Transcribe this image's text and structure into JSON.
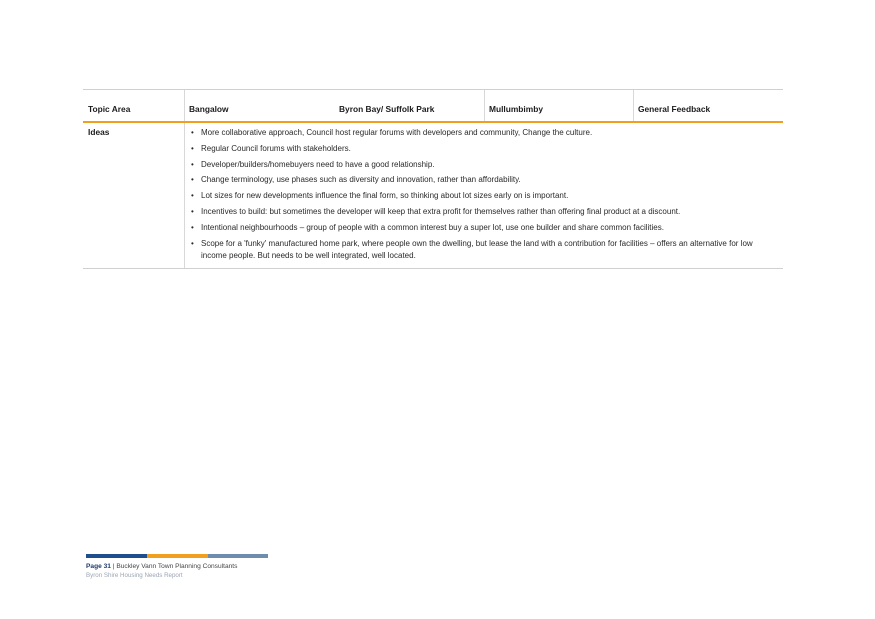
{
  "table": {
    "headers": [
      "Topic Area",
      "Bangalow",
      "Byron Bay/ Suffolk Park",
      "Mullumbimby",
      "General Feedback"
    ],
    "row": {
      "topic": "Ideas",
      "bullets": [
        "More collaborative approach, Council host regular forums with developers and community, Change the culture.",
        "Regular Council forums with stakeholders.",
        "Developer/builders/homebuyers need to have a good relationship.",
        "Change terminology, use phases such as diversity and innovation, rather than affordability.",
        "Lot sizes for new developments influence the final form, so thinking about lot sizes early on is important.",
        "Incentives to build: but sometimes the developer will keep that extra profit for themselves rather than offering final product at a discount.",
        "Intentional neighbourhoods – group of people with a common interest buy a super lot, use one builder and share common facilities.",
        "Scope for a 'funky' manufactured home park, where people own the dwelling, but lease the land with a contribution for facilities – offers an alternative for low income people. But needs to be well integrated, well located."
      ]
    }
  },
  "footer": {
    "page_label": "Page 31",
    "separator": " | ",
    "company": "Buckley Vann Town Planning Consultants",
    "report": "Byron Shire Housing Needs Report",
    "bar_colors": [
      "#1f4e8c",
      "#f0a01e",
      "#6e8cac"
    ]
  },
  "colors": {
    "accent": "#f0a01e",
    "rule": "#d0d0d0"
  }
}
